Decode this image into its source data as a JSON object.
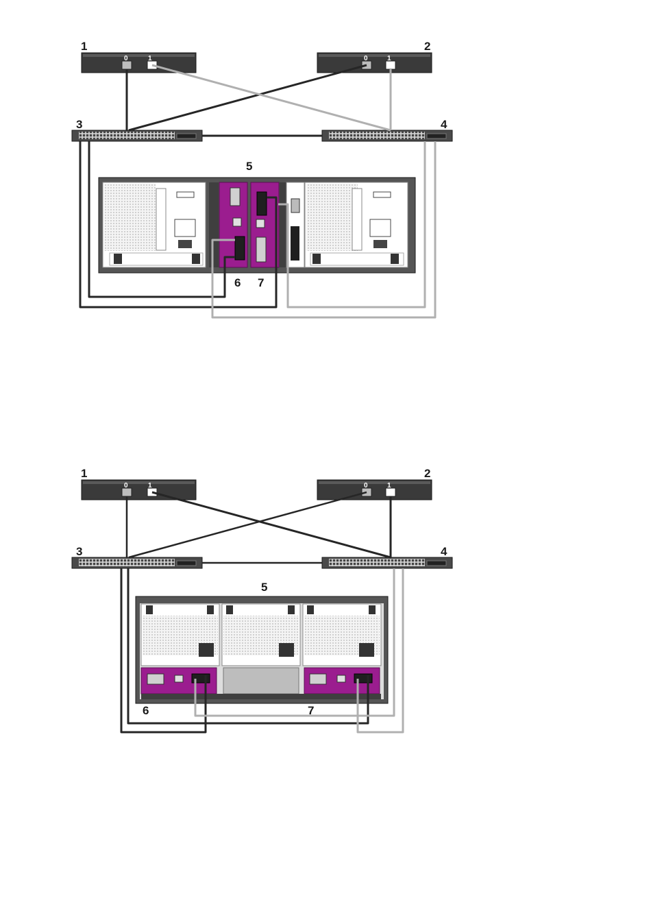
{
  "diagrams": [
    {
      "id": "top",
      "callouts": {
        "server1": "1",
        "server2": "2",
        "switch1": "3",
        "switch2": "4",
        "enclosure": "5",
        "controller0": "6",
        "controller1": "7"
      },
      "server_ports": [
        "0",
        "1"
      ]
    },
    {
      "id": "bottom",
      "callouts": {
        "server1": "1",
        "server2": "2",
        "switch1": "3",
        "switch2": "4",
        "enclosure": "5",
        "controller0": "6",
        "controller1": "7"
      },
      "server_ports": [
        "0",
        "1"
      ]
    }
  ],
  "colors": {
    "cable_dark": "#262626",
    "cable_light": "#b0b0b0",
    "controller": "#9b1d8f",
    "server_body": "#3a3a3a",
    "switch_body": "#4a4a4a"
  }
}
